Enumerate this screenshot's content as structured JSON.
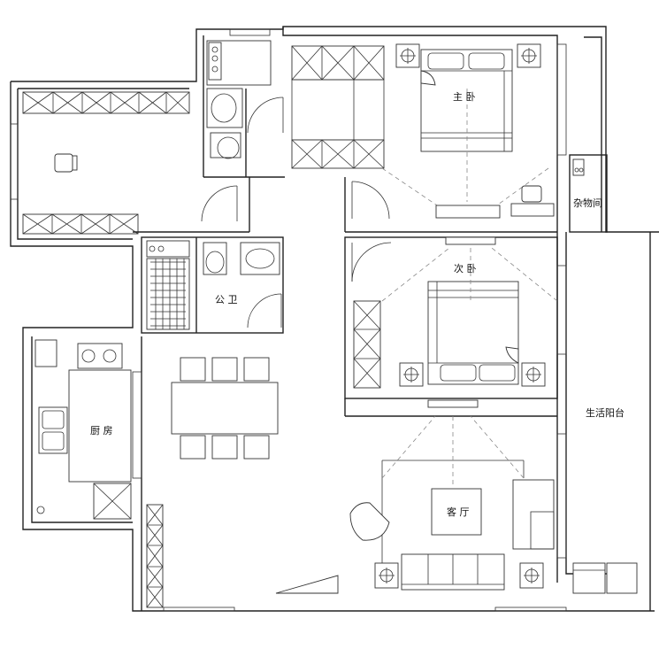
{
  "rooms": {
    "master_bedroom": "主  卧",
    "second_bedroom": "次  卧",
    "storage": "杂物间",
    "public_bath": "公  卫",
    "kitchen": "厨  房",
    "living_room": "客  厅",
    "service_balcony": "生活阳台"
  },
  "colors": {
    "wall": "#222222",
    "furniture": "#333333",
    "background": "#ffffff"
  }
}
